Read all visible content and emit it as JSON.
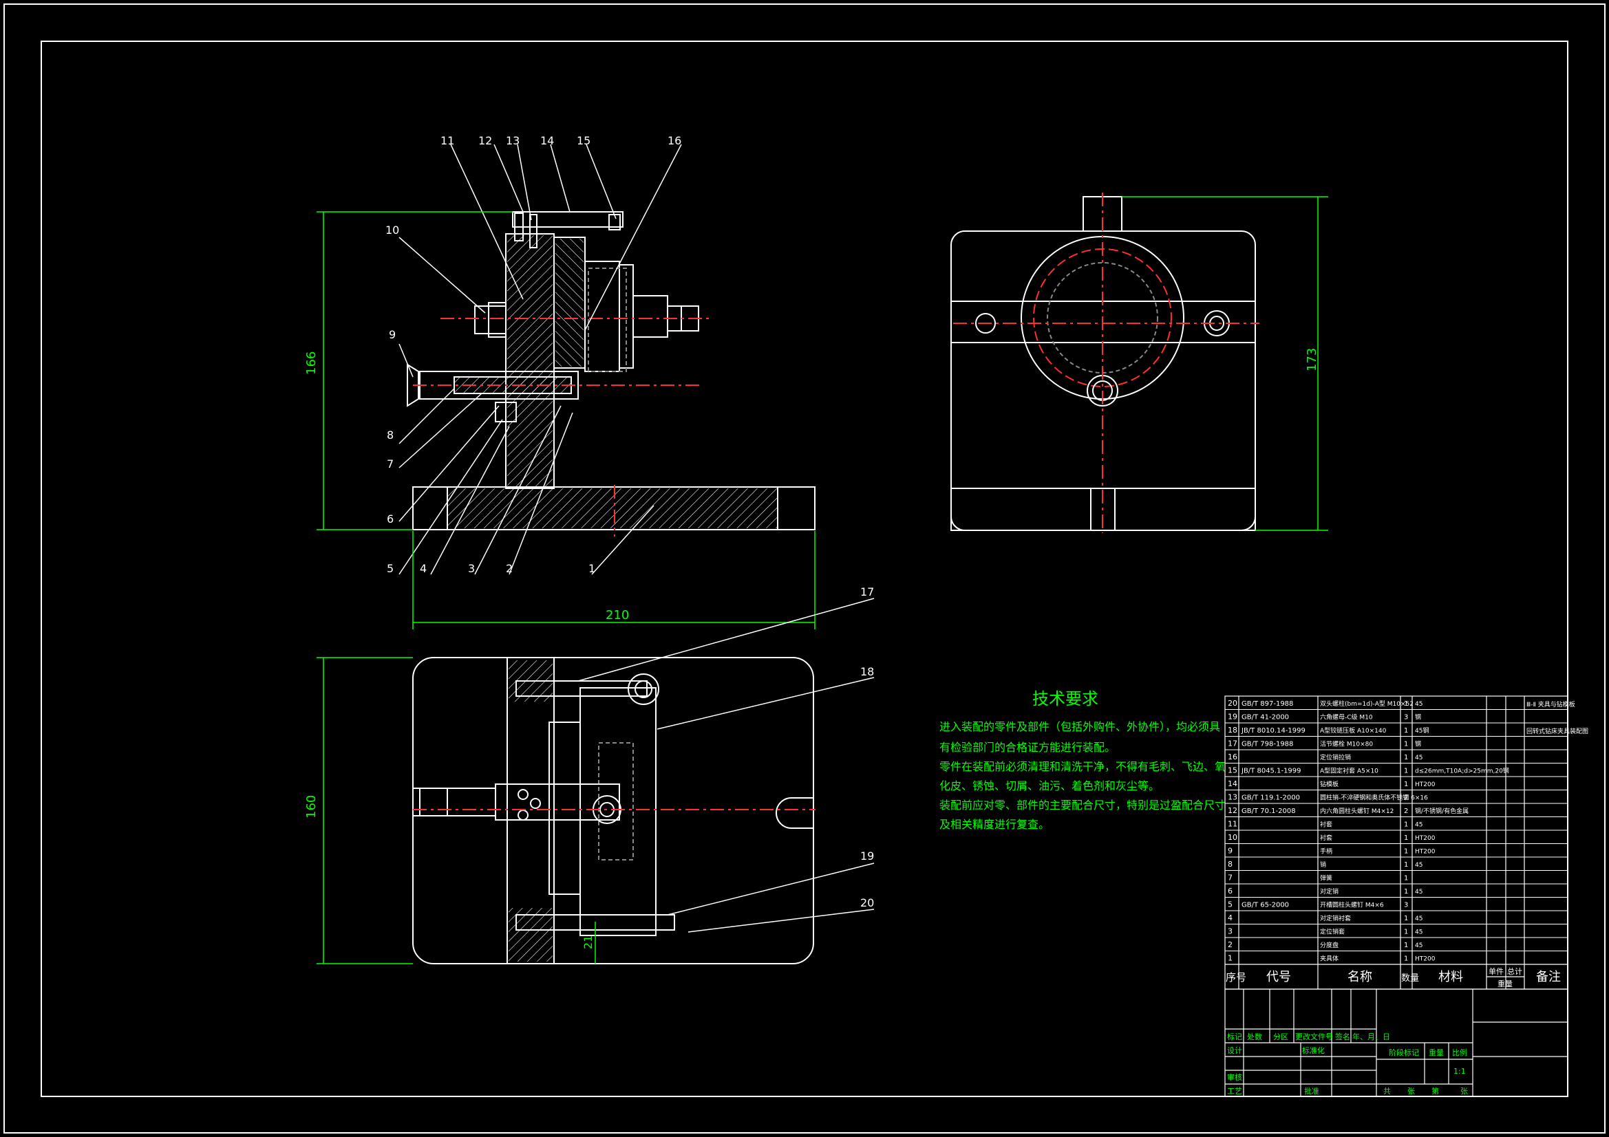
{
  "colors": {
    "background": "#000000",
    "line": "#ffffff",
    "dimension": "#00ff00",
    "centerline": "#ff3030",
    "text": "#00ff00",
    "hidden": "#d0d0ff"
  },
  "balloons": {
    "b1": "1",
    "b2": "2",
    "b3": "3",
    "b4": "4",
    "b5": "5",
    "b6": "6",
    "b7": "7",
    "b8": "8",
    "b9": "9",
    "b10": "10",
    "b11": "11",
    "b12": "12",
    "b13": "13",
    "b14": "14",
    "b15": "15",
    "b16": "16",
    "b17": "17",
    "b18": "18",
    "b19": "19",
    "b20": "20"
  },
  "dimensions": {
    "front_height": "166",
    "front_width": "210",
    "side_height": "173",
    "top_height": "160",
    "top_offset": "21"
  },
  "tech": {
    "title": "技术要求",
    "lines": [
      "进入装配的零件及部件（包括外购件、外协件），均必须具",
      "有检验部门的合格证方能进行装配。",
      "零件在装配前必须清理和清洗干净，不得有毛刺、飞边、氧",
      "化皮、锈蚀、切屑、油污、着色剂和灰尘等。",
      "装配前应对零、部件的主要配合尺寸，特别是过盈配合尺寸",
      "及相关精度进行复查。"
    ]
  },
  "bom": {
    "rows": [
      {
        "no": "20",
        "code": "GB/T 897-1988",
        "name": "双头螺柱(bm=1d)-A型 M10×52",
        "qty": "1",
        "mat": "45"
      },
      {
        "no": "19",
        "code": "GB/T 41-2000",
        "name": "六角螺母-C级 M10",
        "qty": "3",
        "mat": "钢"
      },
      {
        "no": "18",
        "code": "JB/T 8010.14-1999",
        "name": "A型铰链压板 A10×140",
        "qty": "1",
        "mat": "45钢"
      },
      {
        "no": "17",
        "code": "GB/T 798-1988",
        "name": "活节螺栓 M10×80",
        "qty": "1",
        "mat": "钢"
      },
      {
        "no": "16",
        "code": "",
        "name": "定位销拉销",
        "qty": "1",
        "mat": "45"
      },
      {
        "no": "15",
        "code": "JB/T 8045.1-1999",
        "name": "A型固定衬套 A5×10",
        "qty": "1",
        "mat": "d≤26mm,T10A;d>25mm,20钢"
      },
      {
        "no": "14",
        "code": "",
        "name": "钻模板",
        "qty": "1",
        "mat": "HT200"
      },
      {
        "no": "13",
        "code": "GB/T 119.1-2000",
        "name": "圆柱销-不淬硬钢和奥氏体不锈钢 6×16",
        "qty": "2",
        "mat": ""
      },
      {
        "no": "12",
        "code": "GB/T 70.1-2008",
        "name": "内六角圆柱头螺钉 M4×12",
        "qty": "2",
        "mat": "钢/不锈钢/有色金属"
      },
      {
        "no": "11",
        "code": "",
        "name": "衬套",
        "qty": "1",
        "mat": "45"
      },
      {
        "no": "10",
        "code": "",
        "name": "衬套",
        "qty": "1",
        "mat": "HT200"
      },
      {
        "no": "9",
        "code": "",
        "name": "手柄",
        "qty": "1",
        "mat": "HT200"
      },
      {
        "no": "8",
        "code": "",
        "name": "销",
        "qty": "1",
        "mat": "45"
      },
      {
        "no": "7",
        "code": "",
        "name": "弹簧",
        "qty": "1",
        "mat": ""
      },
      {
        "no": "6",
        "code": "",
        "name": "对定销",
        "qty": "1",
        "mat": "45"
      },
      {
        "no": "5",
        "code": "GB/T 65-2000",
        "name": "开槽圆柱头螺钉 M4×6",
        "qty": "3",
        "mat": ""
      },
      {
        "no": "4",
        "code": "",
        "name": "对定销衬套",
        "qty": "1",
        "mat": "45"
      },
      {
        "no": "3",
        "code": "",
        "name": "定位销套",
        "qty": "1",
        "mat": "45"
      },
      {
        "no": "2",
        "code": "",
        "name": "分度盘",
        "qty": "1",
        "mat": "45"
      },
      {
        "no": "1",
        "code": "",
        "name": "夹具体",
        "qty": "1",
        "mat": "HT200"
      }
    ],
    "remark_top": "Ⅲ-Ⅱ 夹具与钻模板",
    "remark_2": "回转式钻床夹具装配图",
    "header": {
      "no": "序号",
      "code": "代号",
      "name": "名称",
      "qty": "数量",
      "mat": "材料",
      "single": "单件",
      "total": "总计",
      "weight": "重量",
      "remark": "备注"
    }
  },
  "title_block": {
    "row1": [
      "标记",
      "处数",
      "分区",
      "更改文件号",
      "签名",
      "年、月、日"
    ],
    "design": "设计",
    "standard": "标准化",
    "stage": "阶段标记",
    "weight": "重量",
    "scale_label": "比例",
    "scale": "1:1",
    "review": "审核",
    "process": "工艺",
    "approve": "批准",
    "sheets": [
      "共",
      "张",
      "第",
      "张"
    ]
  }
}
